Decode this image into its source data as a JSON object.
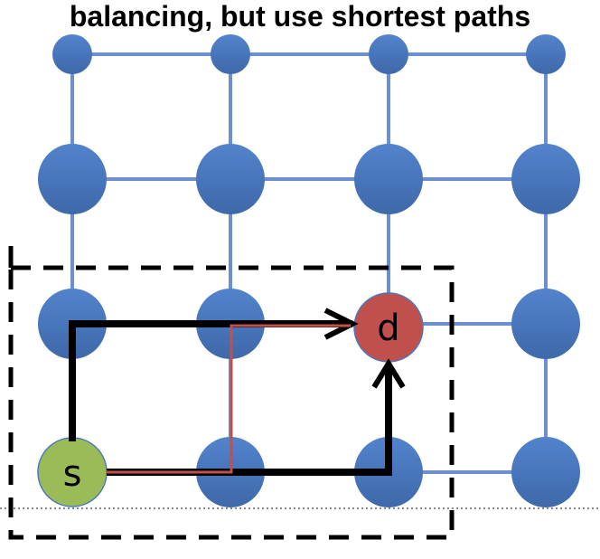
{
  "title": "balancing, but use shortest paths",
  "nodes": {
    "source_label": "s",
    "dest_label": "d"
  },
  "colors": {
    "node": "#4a78be",
    "edge": "#6b8fcf",
    "source": "#9bbb59",
    "dest": "#c0504d",
    "path_black": "#000000",
    "path_red": "#c0504d"
  }
}
